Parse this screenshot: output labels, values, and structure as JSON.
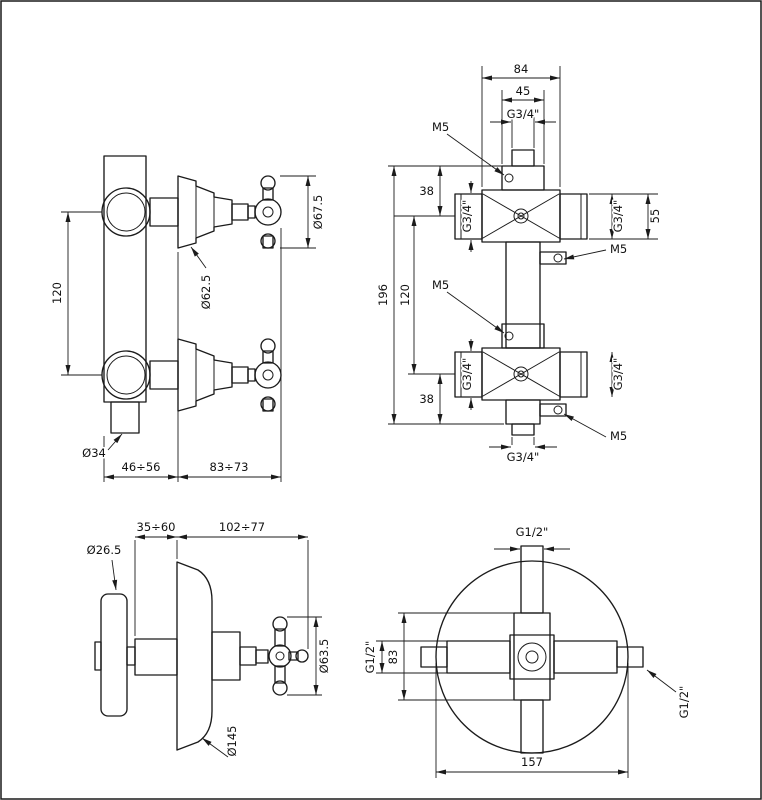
{
  "meta": {
    "background": "#ffffff",
    "line_color": "#1b1b1b",
    "description": "Dimensional technical drawing of thermostatic shower mixer valves (exposed and concealed versions)"
  },
  "exposed_side": {
    "handle_diameter": "Ø67.5",
    "escutcheon_diameter": "Ø62.5",
    "center_distance": "120",
    "pipe_diameter": "Ø34",
    "wall_distance": "46÷56",
    "handle_distance": "83÷73"
  },
  "exposed_front": {
    "body_width": "84",
    "flange_width": "45",
    "top_thread": "G3/4\"",
    "top_screw": "M5",
    "top_offset": "38",
    "total_height": "196",
    "center_distance": "120",
    "mid_screw": "M5",
    "bottom_offset": "38",
    "upper_left_thread": "G3/4\"",
    "upper_right_thread": "G3/4\"",
    "port_height": "55",
    "upper_right_screw": "M5",
    "lower_left_thread": "G3/4\"",
    "lower_right_thread": "G3/4\"",
    "lower_right_screw": "M5",
    "bottom_thread": "G3/4\""
  },
  "concealed_side": {
    "wall_depth": "35÷60",
    "projection": "102÷77",
    "stem_diameter": "Ø26.5",
    "handle_diameter": "Ø63.5",
    "escutcheon_diameter": "Ø145"
  },
  "concealed_front": {
    "top_thread": "G1/2\"",
    "left_thread": "G1/2\"",
    "vertical_offset": "83",
    "right_thread": "G1/2\"",
    "escutcheon_width": "157"
  }
}
